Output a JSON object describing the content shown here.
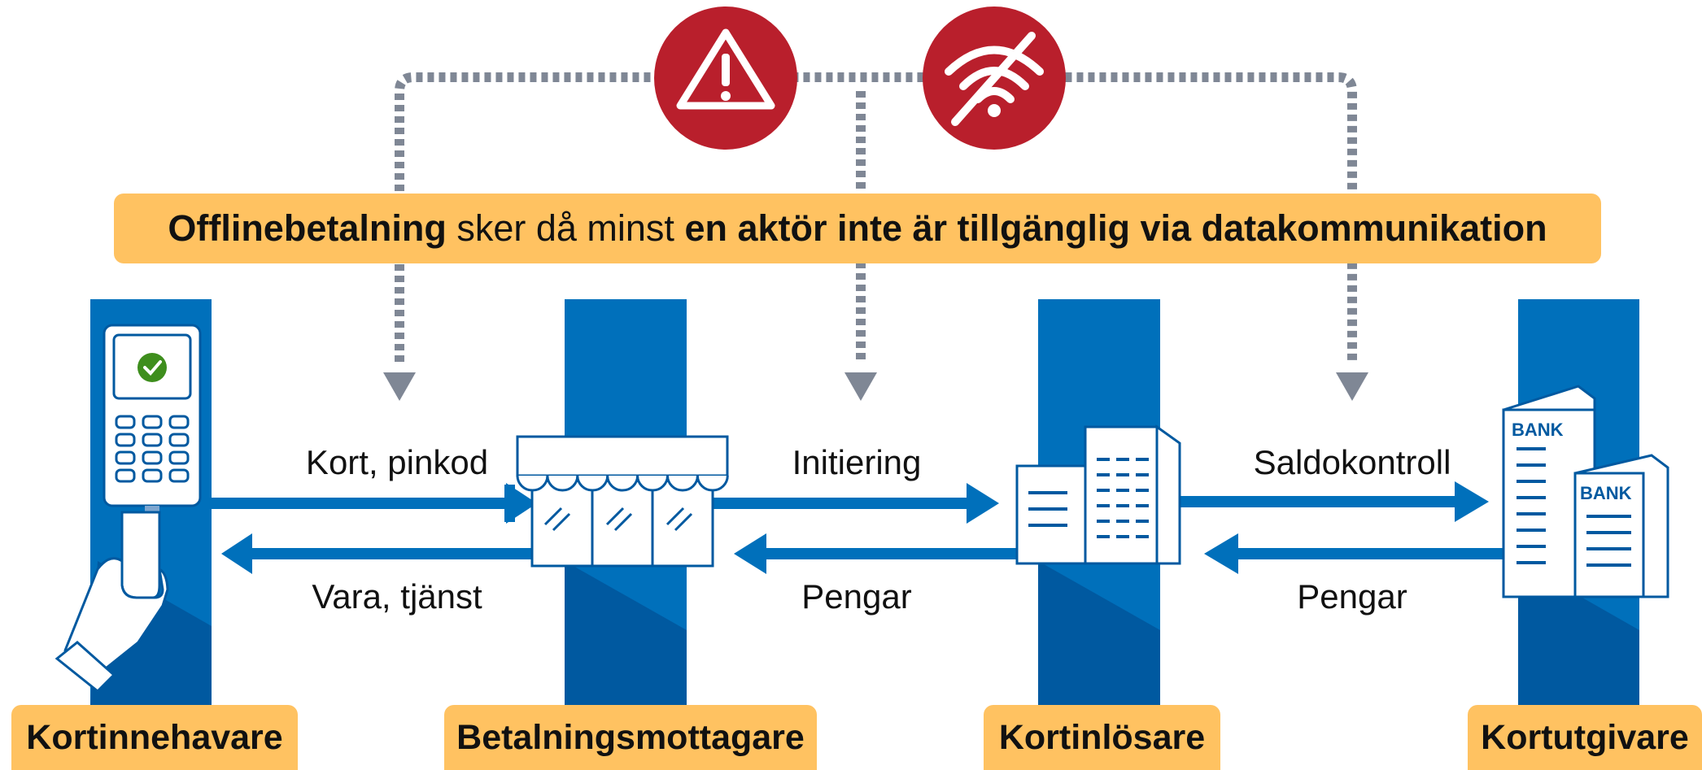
{
  "banner": {
    "part1": "Offlinebetalning",
    "part2": " sker då minst ",
    "part3": "en aktör inte är tillgänglig via datakommunikation"
  },
  "actors": {
    "cardholder": "Kortinnehavare",
    "merchant": "Betalningsmottagare",
    "acquirer": "Kortinlösare",
    "issuer": "Kortutgivare"
  },
  "flows": {
    "card_pin": "Kort, pinkod",
    "goods_service": "Vara, tjänst",
    "initiation": "Initiering",
    "money_1": "Pengar",
    "balance_check": "Saldokontroll",
    "money_2": "Pengar"
  },
  "bank_labels": {
    "bank_1": "BANK",
    "bank_2": "BANK"
  },
  "icons": {
    "warning": "warning-icon",
    "no_wifi": "no-wifi-icon"
  },
  "colors": {
    "blue": "#0070BB",
    "dark_blue": "#0059A0",
    "orange": "#FFC261",
    "red": "#B91F2C",
    "gray": "#7F8795"
  }
}
